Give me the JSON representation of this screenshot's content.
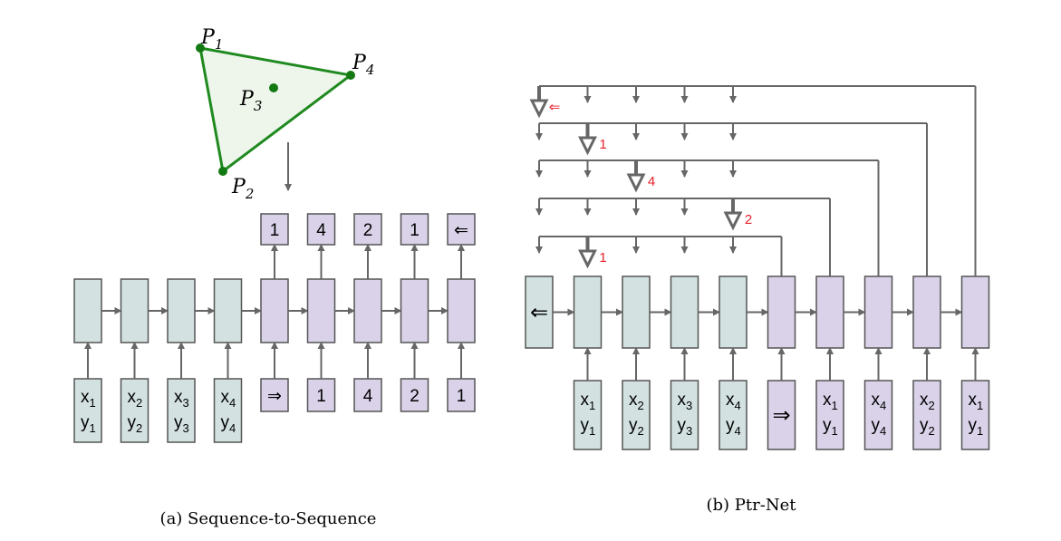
{
  "colors": {
    "encoder_fill": "#d3e2e1",
    "decoder_fill": "#d9d2e9",
    "box_stroke": "#555555",
    "arrow": "#666666",
    "triangle_stroke": "#1f8a1f",
    "triangle_fill": "#eef6ec",
    "point": "#137a13",
    "pointer_label": "#e8202a"
  },
  "triangle": {
    "points": [
      {
        "name": "P",
        "sub": "1"
      },
      {
        "name": "P",
        "sub": "2"
      },
      {
        "name": "P",
        "sub": "3"
      },
      {
        "name": "P",
        "sub": "4"
      }
    ]
  },
  "seq2seq": {
    "caption": "(a) Sequence-to-Sequence",
    "inputs": [
      {
        "x": "x",
        "xs": "1",
        "y": "y",
        "ys": "1"
      },
      {
        "x": "x",
        "xs": "2",
        "y": "y",
        "ys": "2"
      },
      {
        "x": "x",
        "xs": "3",
        "y": "y",
        "ys": "3"
      },
      {
        "x": "x",
        "xs": "4",
        "y": "y",
        "ys": "4"
      }
    ],
    "decoder_inputs": [
      "⇒",
      "1",
      "4",
      "2",
      "1"
    ],
    "outputs": [
      "1",
      "4",
      "2",
      "1",
      "⇐"
    ]
  },
  "ptrnet": {
    "caption": "(b) Ptr-Net",
    "end_symbol": "⇐",
    "start_symbol": "⇒",
    "inputs": [
      {
        "x": "x",
        "xs": "1",
        "y": "y",
        "ys": "1"
      },
      {
        "x": "x",
        "xs": "2",
        "y": "y",
        "ys": "2"
      },
      {
        "x": "x",
        "xs": "3",
        "y": "y",
        "ys": "3"
      },
      {
        "x": "x",
        "xs": "4",
        "y": "y",
        "ys": "4"
      }
    ],
    "decoder_inputs": [
      {
        "x": "x",
        "xs": "1",
        "y": "y",
        "ys": "1"
      },
      {
        "x": "x",
        "xs": "4",
        "y": "y",
        "ys": "4"
      },
      {
        "x": "x",
        "xs": "2",
        "y": "y",
        "ys": "2"
      },
      {
        "x": "x",
        "xs": "1",
        "y": "y",
        "ys": "1"
      }
    ],
    "pointer_labels": [
      "1",
      "4",
      "2",
      "1",
      "⇐"
    ]
  }
}
